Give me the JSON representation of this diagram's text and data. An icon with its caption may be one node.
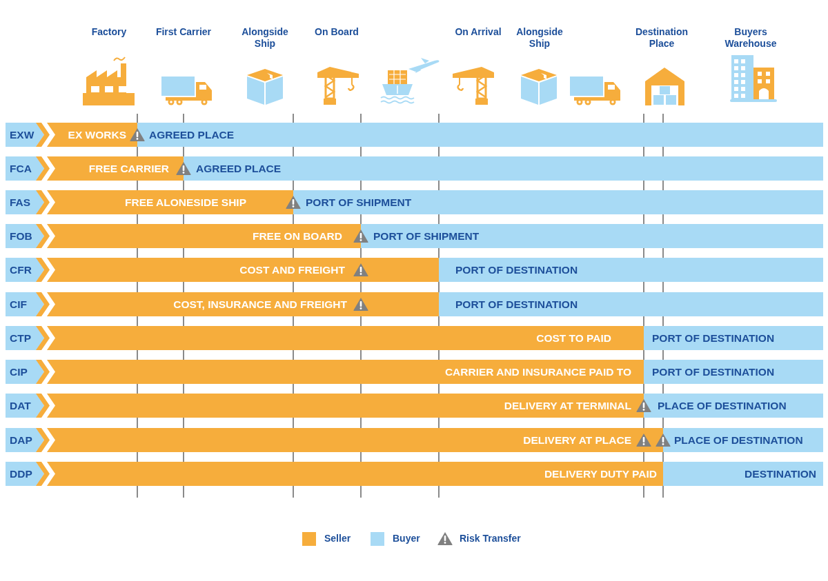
{
  "diagram": {
    "nodes": [
      {
        "text": [
          "EXW"
        ]
      },
      {
        "text": [
          "EX WORKS"
        ]
      },
      {
        "text": [
          "AGREED PLACE"
        ]
      },
      {
        "text": [
          "FCA"
        ]
      },
      {
        "text": [
          "FREE CARRIER"
        ]
      },
      {
        "text": [
          "AGREED PLACE"
        ]
      },
      {
        "text": [
          "FAS"
        ]
      },
      {
        "text": [
          "FREE ALONESIDE SHIP"
        ]
      },
      {
        "text": [
          "PORT OF SHIPMENT"
        ]
      },
      {
        "text": [
          "FOB"
        ]
      },
      {
        "text": [
          "FREE ON BOARD"
        ]
      },
      {
        "text": [
          "PORT OF SHIPMENT"
        ]
      },
      {
        "text": [
          "CFR"
        ]
      },
      {
        "text": [
          "COST AND FREIGHT"
        ]
      },
      {
        "text": [
          "PORT OF DESTINATION"
        ]
      },
      {
        "text": [
          "CIF"
        ]
      },
      {
        "text": [
          "COST, INSURANCE AND FREIGHT"
        ]
      },
      {
        "text": [
          "PORT OF DESTINATION"
        ]
      },
      {
        "text": [
          "CTP"
        ]
      },
      {
        "text": [
          "COST TO PAID"
        ]
      },
      {
        "text": [
          "PORT OF DESTINATION"
        ]
      },
      {
        "text": [
          "CIP"
        ]
      },
      {
        "text": [
          "CARRIER AND INSURANCE PAID TO"
        ]
      },
      {
        "text": [
          "PORT OF DESTINATION"
        ]
      },
      {
        "text": [
          "DAT"
        ]
      },
      {
        "text": [
          "DELIVERY AT TERMINAL"
        ]
      },
      {
        "text": [
          "PLACE OF DESTINATION"
        ]
      },
      {
        "text": [
          "DAP"
        ]
      },
      {
        "text": [
          "DELIVERY AT PLACE"
        ]
      },
      {
        "text": [
          "PLACE OF DESTINATION"
        ]
      },
      {
        "text": [
          "DDP"
        ]
      },
      {
        "text": [
          "DELIVERY DUTY PAID"
        ]
      },
      {
        "text": [
          "DESTINATION"
        ]
      }
    ],
    "labels": [
      "Factory",
      "First Carrier",
      "Alongside Ship",
      "On Board",
      "On Arrival",
      "Alongside Ship",
      "Destination Place",
      "Buyers Warehouse"
    ],
    "legend": [
      {
        "text": "Seller",
        "color": "#f6ad3c"
      },
      {
        "text": "Buyer",
        "color": "#a8daf5"
      },
      {
        "text": "Risk Transfer"
      }
    ]
  }
}
